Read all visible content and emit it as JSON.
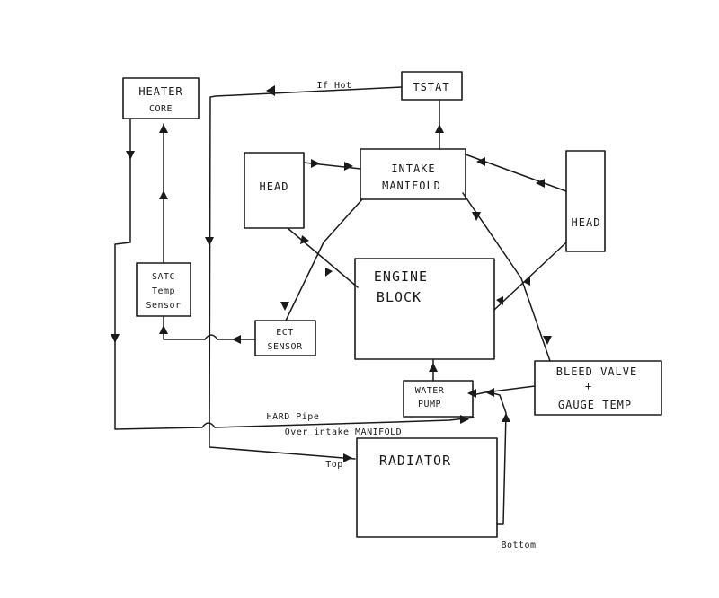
{
  "nodes": {
    "heater_core": {
      "line1": "HEATER",
      "line2": "CORE"
    },
    "tstat": {
      "label": "TSTAT"
    },
    "head_left": {
      "label": "HEAD"
    },
    "intake_manifold": {
      "line1": "INTAKE",
      "line2": "MANIFOLD"
    },
    "head_right": {
      "label": "HEAD"
    },
    "satc_sensor": {
      "line1": "SATC",
      "line2": "Temp",
      "line3": "Sensor"
    },
    "ect_sensor": {
      "line1": "ECT",
      "line2": "SENSOR"
    },
    "engine_block": {
      "line1": "ENGINE",
      "line2": "BLOCK"
    },
    "water_pump": {
      "line1": "WATER",
      "line2": "PUMP"
    },
    "bleed_valve": {
      "line1": "BLEED VALVE",
      "line2": "+",
      "line3": "GAUGE TEMP"
    },
    "radiator": {
      "label": "RADIATOR"
    }
  },
  "labels": {
    "if_hot": "If Hot",
    "hard_pipe": "HARD Pipe",
    "over_intake": "Over intake MANIFOLD",
    "top": "Top",
    "bottom": "Bottom"
  }
}
